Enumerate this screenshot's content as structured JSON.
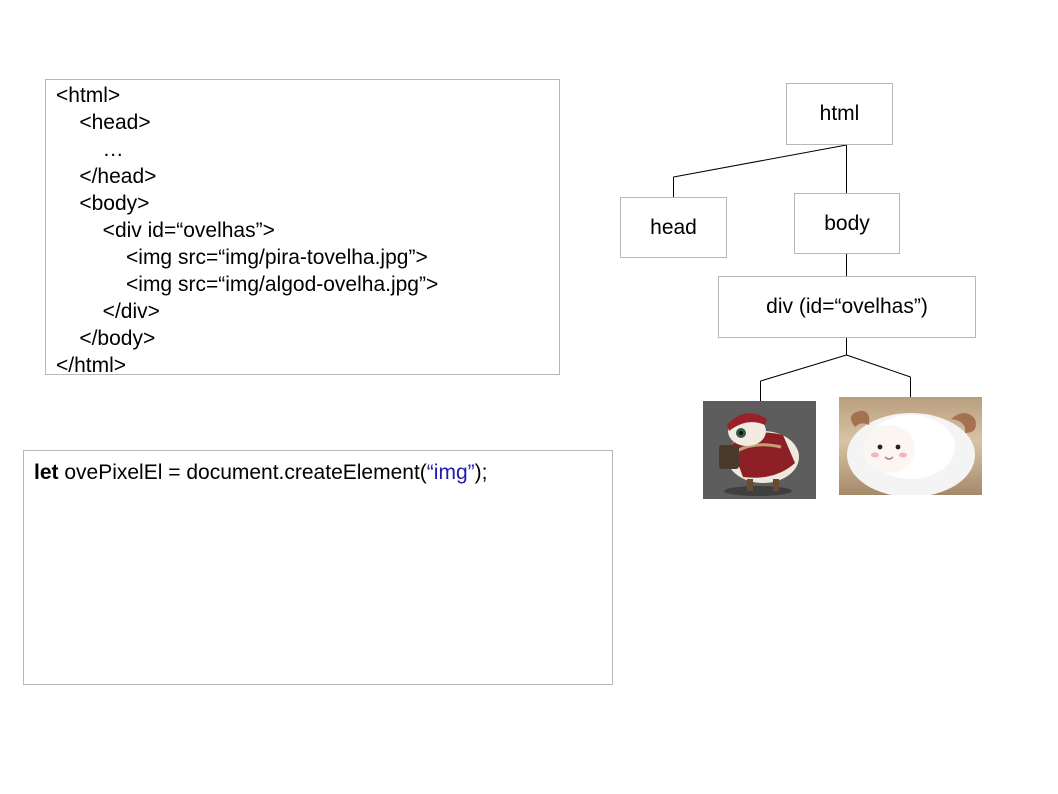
{
  "html_code": {
    "lines": [
      "<html>",
      "    <head>",
      "        …",
      "    </head>",
      "    <body>",
      "        <div id=“ovelhas”>",
      "            <img src=“img/pira-tovelha.jpg”>",
      "            <img src=“img/algod-ovelha.jpg”>",
      "        </div>",
      "    </body>",
      "</html>"
    ]
  },
  "js_code": {
    "keyword": "let",
    "before_string": " ovePixelEl = document.createElement(",
    "string_literal": "“img”",
    "after_string": ");"
  },
  "dom_tree": {
    "root_label": "html",
    "head_label": "head",
    "body_label": "body",
    "div_label": "div (id=“ovelhas”)"
  },
  "images": {
    "pira_icon": "pirate-sheep-image",
    "algod_icon": "plush-sheep-image"
  },
  "colors": {
    "string_literal": "#1c1cb0",
    "border": "#b7b7b7"
  }
}
